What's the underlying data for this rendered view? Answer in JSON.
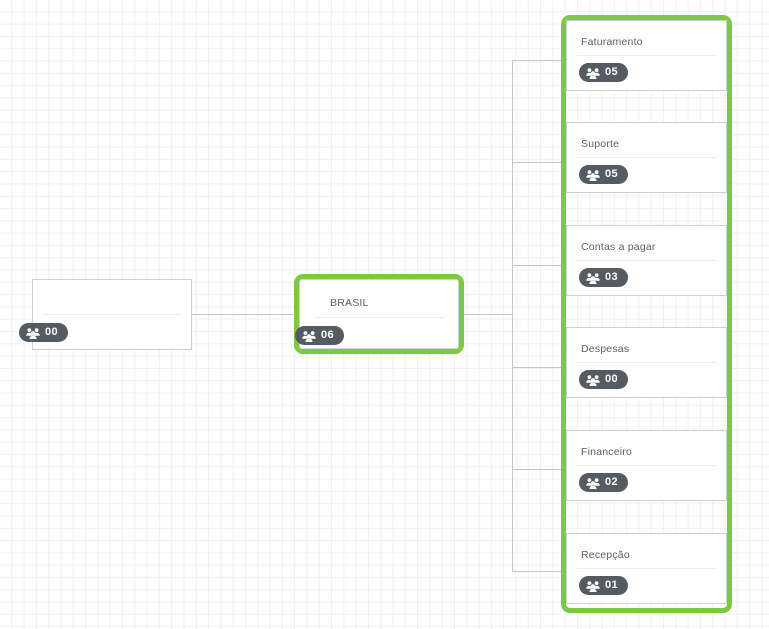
{
  "canvas": {
    "background_color": "#ffffff",
    "grid_color": "#f1f1f1",
    "accent_color": "#7ec943",
    "badge_color": "#555b62",
    "connector_color": "#c6c6c6"
  },
  "root_node": {
    "title": "",
    "badge_count": "00",
    "badge_icon": "people-group-icon"
  },
  "parent_node": {
    "title": "BRASIL",
    "badge_count": "06",
    "badge_icon": "people-group-icon",
    "selected": true
  },
  "group": {
    "selected": true,
    "children": [
      {
        "title": "Faturamento",
        "badge_count": "05",
        "badge_icon": "people-group-icon"
      },
      {
        "title": "Suporte",
        "badge_count": "05",
        "badge_icon": "people-group-icon"
      },
      {
        "title": "Contas a pagar",
        "badge_count": "03",
        "badge_icon": "people-group-icon"
      },
      {
        "title": "Despesas",
        "badge_count": "00",
        "badge_icon": "people-group-icon"
      },
      {
        "title": "Financeiro",
        "badge_count": "02",
        "badge_icon": "people-group-icon"
      },
      {
        "title": "Recepção",
        "badge_count": "01",
        "badge_icon": "people-group-icon"
      }
    ]
  }
}
